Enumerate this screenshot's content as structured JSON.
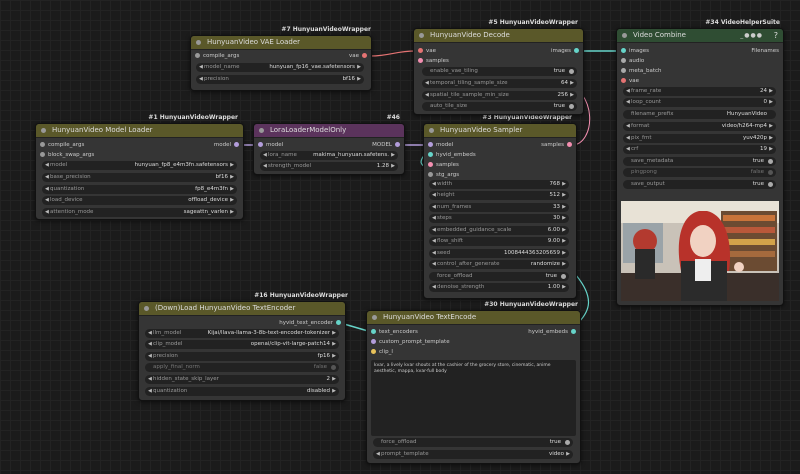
{
  "colors": {
    "olive_header": "#5a5829",
    "purple_header": "#5b335c",
    "green_header": "#2f4d33",
    "node_body": "#353535",
    "link": "#66d4c9"
  },
  "tags": {
    "vae_loader": "#7 HunyuanVideoWrapper",
    "decode": "#5 HunyuanVideoWrapper",
    "combine": "#34 VideoHelperSuite",
    "model_loader": "#1 HunyuanVideoWrapper",
    "lora": "#46",
    "sampler": "#3 HunyuanVideoWrapper",
    "textenc_loader": "#16 HunyuanVideoWrapper",
    "textencode": "#30 HunyuanVideoWrapper"
  },
  "vae_loader": {
    "title": "HunyuanVideo VAE Loader",
    "in_compile": "compile_args",
    "out_vae": "vae",
    "model_name_label": "model_name",
    "model_name": "hunyuan_fp16_vae.safetensors",
    "precision_label": "precision",
    "precision": "bf16"
  },
  "decode": {
    "title": "HunyuanVideo Decode",
    "in_vae": "vae",
    "in_samples": "samples",
    "out_images": "images",
    "w1_label": "enable_vae_tiling",
    "w1": "true",
    "w2_label": "temporal_tiling_sample_size",
    "w2": "64",
    "w3_label": "spatial_tile_sample_min_size",
    "w3": "256",
    "w4_label": "auto_tile_size",
    "w4": "true"
  },
  "combine": {
    "title": "Video Combine",
    "help": "?",
    "in_images": "images",
    "in_audio": "audio",
    "in_meta": "meta_batch",
    "in_vae": "vae",
    "out_filenames": "Filenames",
    "frame_rate_label": "frame_rate",
    "frame_rate": "24",
    "loop_count_label": "loop_count",
    "loop_count": "0",
    "filename_prefix_label": "filename_prefix",
    "filename_prefix": "HunyuanVideo",
    "format_label": "format",
    "format": "video/h264-mp4",
    "pix_fmt_label": "pix_fmt",
    "pix_fmt": "yuv420p",
    "crf_label": "crf",
    "crf": "19",
    "save_metadata_label": "save_metadata",
    "save_metadata": "true",
    "pingpong_label": "pingpong",
    "pingpong": "false",
    "save_output_label": "save_output",
    "save_output": "true"
  },
  "model_loader": {
    "title": "HunyuanVideo Model Loader",
    "in_compile": "compile_args",
    "in_block": "block_swap_args",
    "out_model": "model",
    "model_label": "model",
    "model": "hunyuan_fp8_e4m3fn.safetensors",
    "base_precision_label": "base_precision",
    "base_precision": "bf16",
    "quantization_label": "quantization",
    "quantization": "fp8_e4m3fn",
    "load_device_label": "load_device",
    "load_device": "offload_device",
    "attention_mode_label": "attention_mode",
    "attention_mode": "sageattn_varlen"
  },
  "lora": {
    "title": "LoraLoaderModelOnly",
    "in_model": "model",
    "out_model": "MODEL",
    "lora_name_label": "lora_name",
    "lora_name": "makima_hunyuan.safetens.",
    "strength_label": "strength_model",
    "strength": "1.28"
  },
  "sampler": {
    "title": "HunyuanVideo Sampler",
    "in_model": "model",
    "in_embeds": "hyvid_embeds",
    "in_samples": "samples",
    "in_sig": "stg_args",
    "out_samples": "samples",
    "width_label": "width",
    "width": "768",
    "height_label": "height",
    "height": "512",
    "num_frames_label": "num_frames",
    "num_frames": "33",
    "steps_label": "steps",
    "steps": "30",
    "egs_label": "embedded_guidance_scale",
    "egs": "6.00",
    "flow_shift_label": "flow_shift",
    "flow_shift": "9.00",
    "seed_label": "seed",
    "seed": "1008444363205659",
    "control_label": "control_after_generate",
    "control": "randomize",
    "force_offload_label": "force_offload",
    "force_offload": "true",
    "denoise_label": "denoise_strength",
    "denoise": "1.00"
  },
  "textenc_loader": {
    "title": "(Down)Load HunyuanVideo TextEncoder",
    "out_text": "hyvid_text_encoder",
    "llm_model_label": "llm_model",
    "llm_model": "Kijai/llava-llama-3-8b-text-encoder-tokenizer",
    "clip_model_label": "clip_model",
    "clip_model": "openai/clip-vit-large-patch14",
    "precision_label": "precision",
    "precision": "fp16",
    "apply_final_norm_label": "apply_final_norm",
    "apply_final_norm": "false",
    "hidden_state_label": "hidden_state_skip_layer",
    "hidden_state": "2",
    "quant_label": "quantization",
    "quant": "disabled"
  },
  "textencode": {
    "title": "HunyuanVideo TextEncode",
    "in_text": "text_encoders",
    "in_custom": "custom_prompt_template",
    "in_clip": "clip_l",
    "out_embeds": "hyvid_embeds",
    "prompt": "kvar, a lively kvar shouts at the cashier of the grocery store, cinematic, anime aesthetic, mappa, kvar-full body",
    "force_offload_label": "force_offload",
    "force_offload": "true",
    "prompt_template_label": "prompt_template",
    "prompt_template": "video"
  }
}
